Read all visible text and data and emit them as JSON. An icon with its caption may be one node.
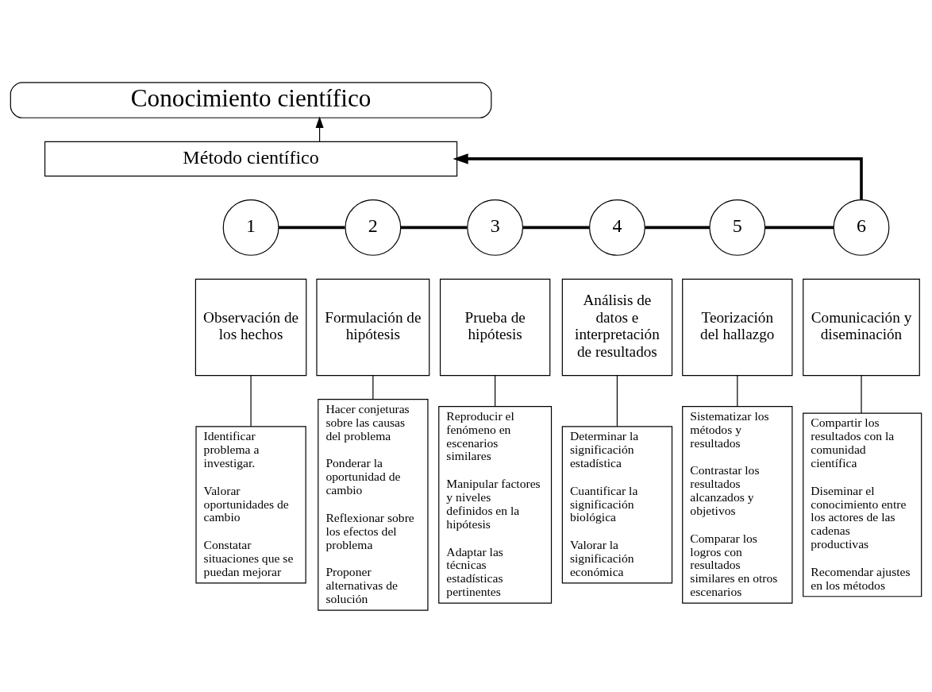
{
  "diagram": {
    "nodes": [
      {
        "text": [
          "Conocimiento científico"
        ]
      },
      {
        "text": [
          "Método científico"
        ]
      },
      {
        "text": [
          "1"
        ]
      },
      {
        "text": [
          "2"
        ]
      },
      {
        "text": [
          "3"
        ]
      },
      {
        "text": [
          "4"
        ]
      },
      {
        "text": [
          "5"
        ]
      },
      {
        "text": [
          "6"
        ]
      },
      {
        "text": [
          "Observación de los hechos"
        ]
      },
      {
        "text": [
          "Formulación de hipótesis"
        ]
      },
      {
        "text": [
          "Prueba de hipótesis"
        ]
      },
      {
        "text": [
          "Análisis de datos e interpretación de resultados"
        ]
      },
      {
        "text": [
          "Teorización del hallazgo"
        ]
      },
      {
        "text": [
          "Comunicación y diseminación"
        ]
      },
      {
        "text": [
          "Identificar problema a investigar.",
          "Valorar oportunidades de cambio",
          "Constatar situaciones que se puedan mejorar"
        ]
      },
      {
        "text": [
          "Hacer conjeturas sobre las causas del problema",
          "Ponderar la oportunidad de cambio",
          "Reflexionar sobre los efectos del problema",
          "Proponer alternativas de solución"
        ]
      },
      {
        "text": [
          "Reproducir el fenómeno en escenarios similares",
          "Manipular factores y niveles definidos en la hipótesis",
          "Adaptar las técnicas estadísticas pertinentes"
        ]
      },
      {
        "text": [
          "Determinar la significación estadística",
          "Cuantificar la significación biológica",
          "Valorar la significación económica"
        ]
      },
      {
        "text": [
          "Sistematizar los métodos y resultados",
          "Contrastar los resultados alcanzados y objetivos",
          "Comparar los logros con resultados similares en otros escenarios"
        ]
      },
      {
        "text": [
          "Compartir los resultados con la comunidad científica",
          "Diseminar el conocimiento entre los actores de las cadenas productivas",
          "Recomendar ajustes en los métodos"
        ]
      }
    ],
    "edges": [
      {
        "from": 1,
        "to": 0,
        "arrow": "to"
      },
      {
        "from": 7,
        "to": 1,
        "arrow": "to",
        "style": "thick"
      },
      {
        "from": 2,
        "to": 3,
        "arrow": "none",
        "style": "thick"
      },
      {
        "from": 3,
        "to": 4,
        "arrow": "none",
        "style": "thick"
      },
      {
        "from": 4,
        "to": 5,
        "arrow": "none",
        "style": "thick"
      },
      {
        "from": 5,
        "to": 6,
        "arrow": "none",
        "style": "thick"
      },
      {
        "from": 6,
        "to": 7,
        "arrow": "none",
        "style": "thick"
      },
      {
        "from": 8,
        "to": 14,
        "arrow": "none"
      },
      {
        "from": 9,
        "to": 15,
        "arrow": "none"
      },
      {
        "from": 10,
        "to": 16,
        "arrow": "none"
      },
      {
        "from": 11,
        "to": 17,
        "arrow": "none"
      },
      {
        "from": 12,
        "to": 18,
        "arrow": "none"
      },
      {
        "from": 13,
        "to": 19,
        "arrow": "none"
      }
    ]
  }
}
